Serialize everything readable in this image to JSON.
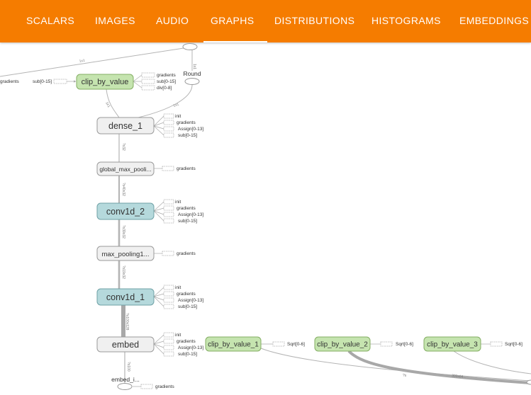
{
  "tabs": [
    {
      "label": "SCALARS",
      "active": false
    },
    {
      "label": "IMAGES",
      "active": false
    },
    {
      "label": "AUDIO",
      "active": false
    },
    {
      "label": "GRAPHS",
      "active": true
    },
    {
      "label": "DISTRIBUTIONS",
      "active": false
    },
    {
      "label": "HISTOGRAMS",
      "active": false
    },
    {
      "label": "EMBEDDINGS",
      "active": false
    }
  ],
  "colors": {
    "header": "#f57c00",
    "clip_fill": "#c5e4af",
    "clip_stroke": "#84ae63",
    "conv_fill": "#b5d9dc",
    "conv_stroke": "#6fa1a6",
    "plain_fill": "#f0f0f0",
    "plain_stroke": "#9a9a9a"
  },
  "graph": {
    "nodes": {
      "clip_by_value": "clip_by_value",
      "round": "Round",
      "dense_1": "dense_1",
      "global_max_pooling": "global_max_pooli...",
      "conv1d_2": "conv1d_2",
      "max_pooling": "max_pooling1...",
      "conv1d_1": "conv1d_1",
      "embed": "embed",
      "embed_i": "embed_i...",
      "clip_by_value_1": "clip_by_value_1",
      "clip_by_value_2": "clip_by_value_2",
      "clip_by_value_3": "clip_by_value_3"
    },
    "labels": {
      "left_gradients": "gradients",
      "left_sub": "sub[0-15]",
      "gradients": "gradients",
      "sub": "sub[0-15]",
      "div": "div[0-8]",
      "init": "init",
      "assign": "Assign[0-13]",
      "sqrt": "Sqrt[0-6]"
    },
    "edge_labels": {
      "top_left": "1x1",
      "top_right": "1x1",
      "clip_dense": "1x1",
      "round_dense": "1x1",
      "dense_gmp": "?x32",
      "gmp_conv2": "?x40x32",
      "conv2_mp": "?x39x32",
      "mp_conv1": "?x19x32",
      "conv1_embed": "?x100x128",
      "embed_ei": "?x100",
      "bottom_mid": "?x",
      "bottom_right": "300x64..."
    }
  }
}
